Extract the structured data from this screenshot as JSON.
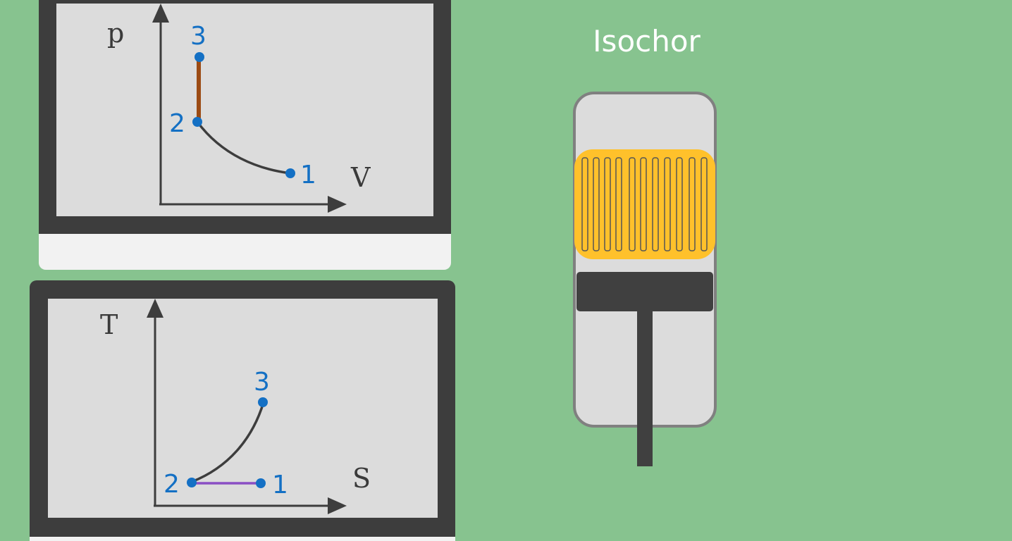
{
  "title": "Isochor",
  "pv_diagram": {
    "y_axis_label": "p",
    "x_axis_label": "V",
    "points": [
      {
        "label": "1"
      },
      {
        "label": "2"
      },
      {
        "label": "3"
      }
    ],
    "curve_color": "#3d3d3d",
    "isochor_line_color": "#9b4a13",
    "point_color": "#1470c4"
  },
  "ts_diagram": {
    "y_axis_label": "T",
    "x_axis_label": "S",
    "points": [
      {
        "label": "1"
      },
      {
        "label": "2"
      },
      {
        "label": "3"
      }
    ],
    "curve_color": "#3d3d3d",
    "isentrope_line_color": "#8a4fc4",
    "point_color": "#1470c4"
  },
  "colors": {
    "background": "#87c38f",
    "monitor_frame": "#3d3d3d",
    "screen": "#dcdcdc",
    "heater": "#ffc12b",
    "cylinder": "#dcdcdc",
    "cylinder_border": "#808080"
  }
}
